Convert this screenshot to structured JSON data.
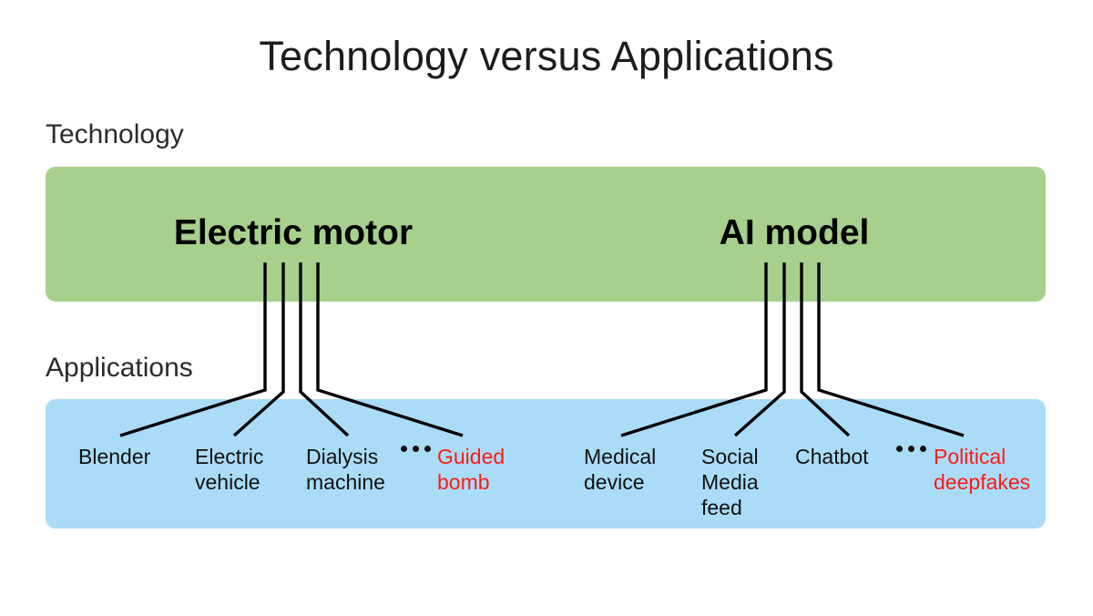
{
  "slide": {
    "title": "Technology versus Applications",
    "background": "#ffffff"
  },
  "colors": {
    "technology_band": "#a8d08d",
    "applications_band": "#aadcf7",
    "connector_line": "#000000",
    "text": "#111111",
    "danger_text": "#ff1a17"
  },
  "sections": {
    "technology": {
      "caption": "Technology",
      "nodes": [
        {
          "label": "Electric motor"
        },
        {
          "label": "AI model"
        }
      ]
    },
    "applications": {
      "caption": "Applications",
      "ellipsis": "•••",
      "groups": [
        {
          "parent": "Electric motor",
          "items": [
            {
              "lines": [
                "Blender"
              ],
              "danger": false
            },
            {
              "lines": [
                "Electric",
                "vehicle"
              ],
              "danger": false
            },
            {
              "lines": [
                "Dialysis",
                "machine"
              ],
              "danger": false
            },
            {
              "lines": [
                "Guided",
                "bomb"
              ],
              "danger": true
            }
          ]
        },
        {
          "parent": "AI model",
          "items": [
            {
              "lines": [
                "Medical",
                "device"
              ],
              "danger": false
            },
            {
              "lines": [
                "Social",
                "Media",
                "feed"
              ],
              "danger": false
            },
            {
              "lines": [
                "Chatbot"
              ],
              "danger": false
            },
            {
              "lines": [
                "Political",
                "deepfakes"
              ],
              "danger": true
            }
          ]
        }
      ]
    }
  },
  "labels": {
    "blender": "Blender",
    "electric_vehicle_1": "Electric",
    "electric_vehicle_2": "vehicle",
    "dialysis_machine_1": "Dialysis",
    "dialysis_machine_2": "machine",
    "guided_bomb_1": "Guided",
    "guided_bomb_2": "bomb",
    "medical_device_1": "Medical",
    "medical_device_2": "device",
    "social_media_feed_1": "Social",
    "social_media_feed_2": "Media",
    "social_media_feed_3": "feed",
    "chatbot": "Chatbot",
    "political_deepfakes_1": "Political",
    "political_deepfakes_2": "deepfakes"
  }
}
